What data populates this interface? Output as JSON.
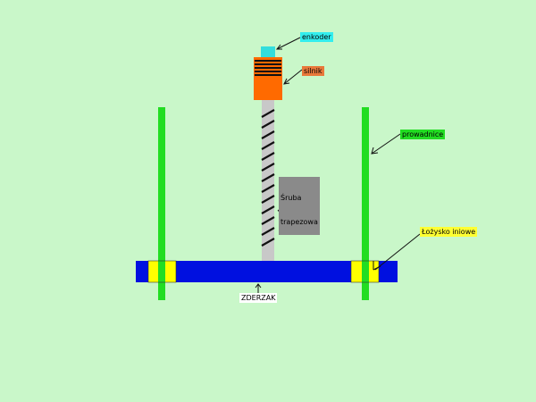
{
  "labels": {
    "enkoder": "enkoder",
    "silnik": "silnik",
    "prowadnice": "prowadnice",
    "sruba_line1": "Śruba",
    "sruba_line2": "trapezowa",
    "lozysko": "Łożysko iniowe",
    "zderzak": "ZDERZAK"
  },
  "colors": {
    "background": "#c9f7c9",
    "guide_rail": "#22dd22",
    "stopper_bar": "#0010e0",
    "bearing": "#ffff00",
    "motor": "#ff6a00",
    "encoder": "#33dddd",
    "screw": "#c8c8c8",
    "enkoder_label_bg": "#33eeee",
    "silnik_label_bg": "#e8783a",
    "prowadnice_label_bg": "#22dd22",
    "sruba_label_bg": "#8a8a8a",
    "lozysko_label_bg": "#ffff33",
    "zderzak_label_bg": "#ffffff"
  }
}
